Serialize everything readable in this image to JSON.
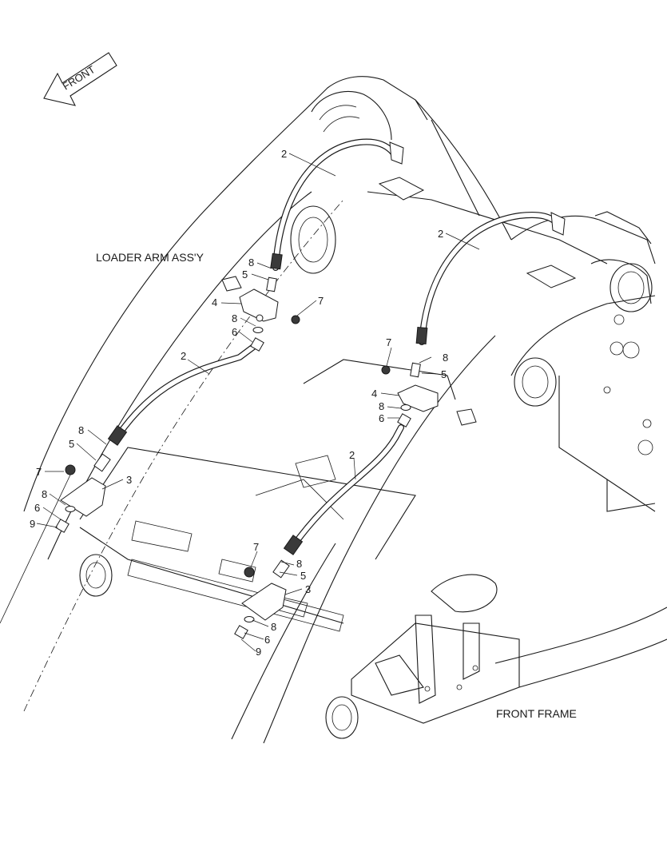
{
  "front_arrow": {
    "label": "FRONT",
    "icon": "front-direction-arrow-icon"
  },
  "assemblies": {
    "loader_arm": "LOADER ARM ASS'Y",
    "front_frame": "FRONT FRAME"
  },
  "callouts": {
    "hose_upper_left": "2",
    "hose_upper_right": "2",
    "hose_lower_left": "2",
    "hose_lower_right": "2",
    "bracket_left": "3",
    "bracket_right": "3",
    "clamp_upper_left": "4",
    "clamp_upper_right": "4",
    "adapter_upper_left": "5",
    "adapter_upper_right": "5",
    "adapter_lower_left": "5",
    "adapter_lower_right": "5",
    "nut_upper_left": "6",
    "nut_upper_right": "6",
    "nut_lower_left": "6",
    "nut_lower_right": "6",
    "bolt_upper_left": "7",
    "bolt_upper_right": "7",
    "bolt_lower_left": "7",
    "bolt_lower_right": "7",
    "oring_a": "8",
    "oring_b": "8",
    "oring_c": "8",
    "oring_d": "8",
    "oring_e": "8",
    "oring_f": "8",
    "oring_g": "8",
    "oring_h": "8",
    "plug_left": "9",
    "plug_right": "9"
  },
  "colors": {
    "line": "#1a1a1a",
    "paper": "#ffffff"
  }
}
